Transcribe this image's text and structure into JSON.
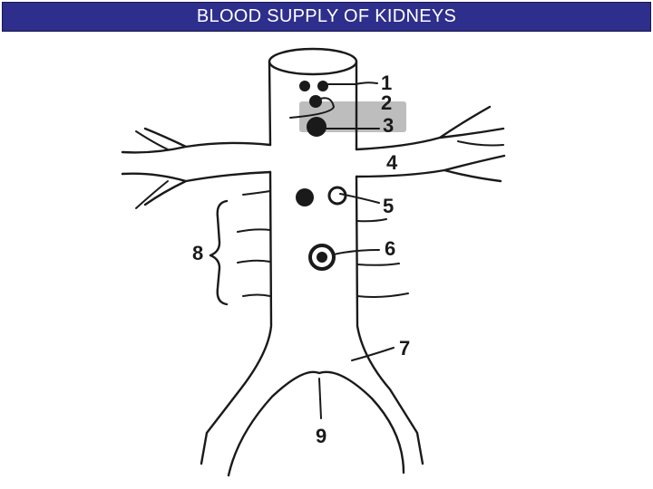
{
  "header": {
    "title": "BLOOD SUPPLY OF KIDNEYS",
    "background": "#2e2e8c",
    "text_color": "#ffffff"
  },
  "diagram": {
    "labels": [
      "1",
      "2",
      "3",
      "4",
      "5",
      "6",
      "7",
      "8",
      "9"
    ],
    "highlight_color": "#bdbdbd",
    "ink_color": "#1a1a1a"
  }
}
